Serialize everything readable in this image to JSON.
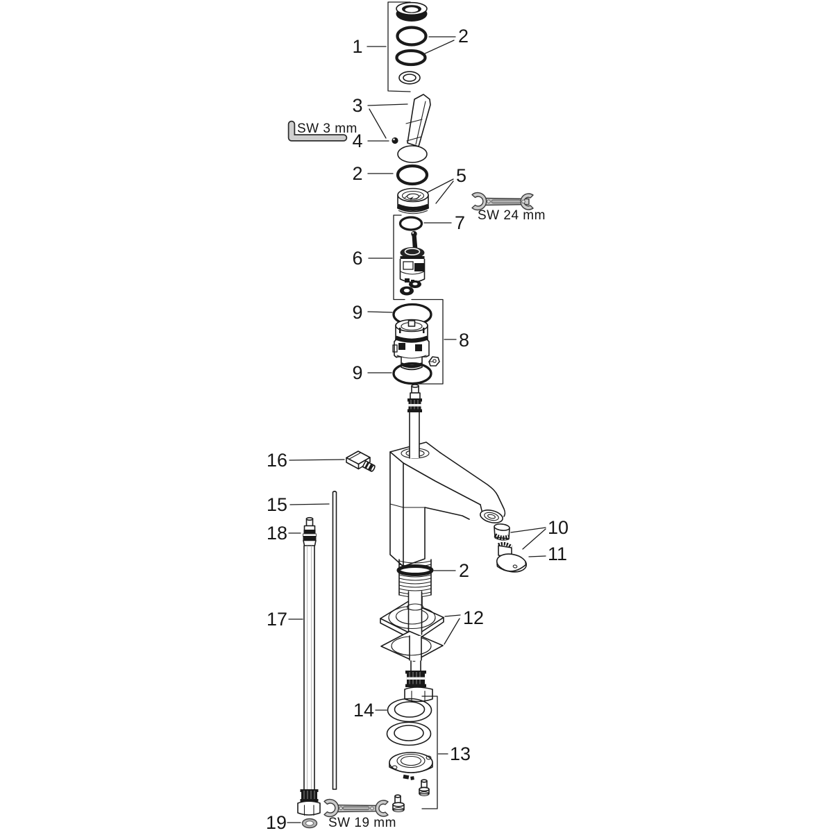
{
  "diagram": {
    "type": "exploded-parts-diagram",
    "subject": "single-lever basin mixer faucet spare parts",
    "callouts": {
      "part1": "1",
      "seals2_top": "2",
      "handle3": "3",
      "screw4": "4",
      "oring2_mid": "2",
      "nut5": "5",
      "cartridge6": "6",
      "oring7": "7",
      "unit8": "8",
      "oring9_top": "9",
      "oring9_bottom": "9",
      "aerator10": "10",
      "key11": "11",
      "oring2_shank": "2",
      "plate12": "12",
      "fixation13": "13",
      "washer14": "14",
      "rod15": "15",
      "valve16": "16",
      "hose17": "17",
      "fitting18": "18",
      "gasket19": "19"
    },
    "tools": {
      "allen_key": "SW 3 mm",
      "wrench_24": "SW 24 mm",
      "wrench_19": "SW 19 mm"
    },
    "colors": {
      "line": "#1a1a1a",
      "tool_gray": "#cbcbcb",
      "background": "#ffffff"
    }
  }
}
